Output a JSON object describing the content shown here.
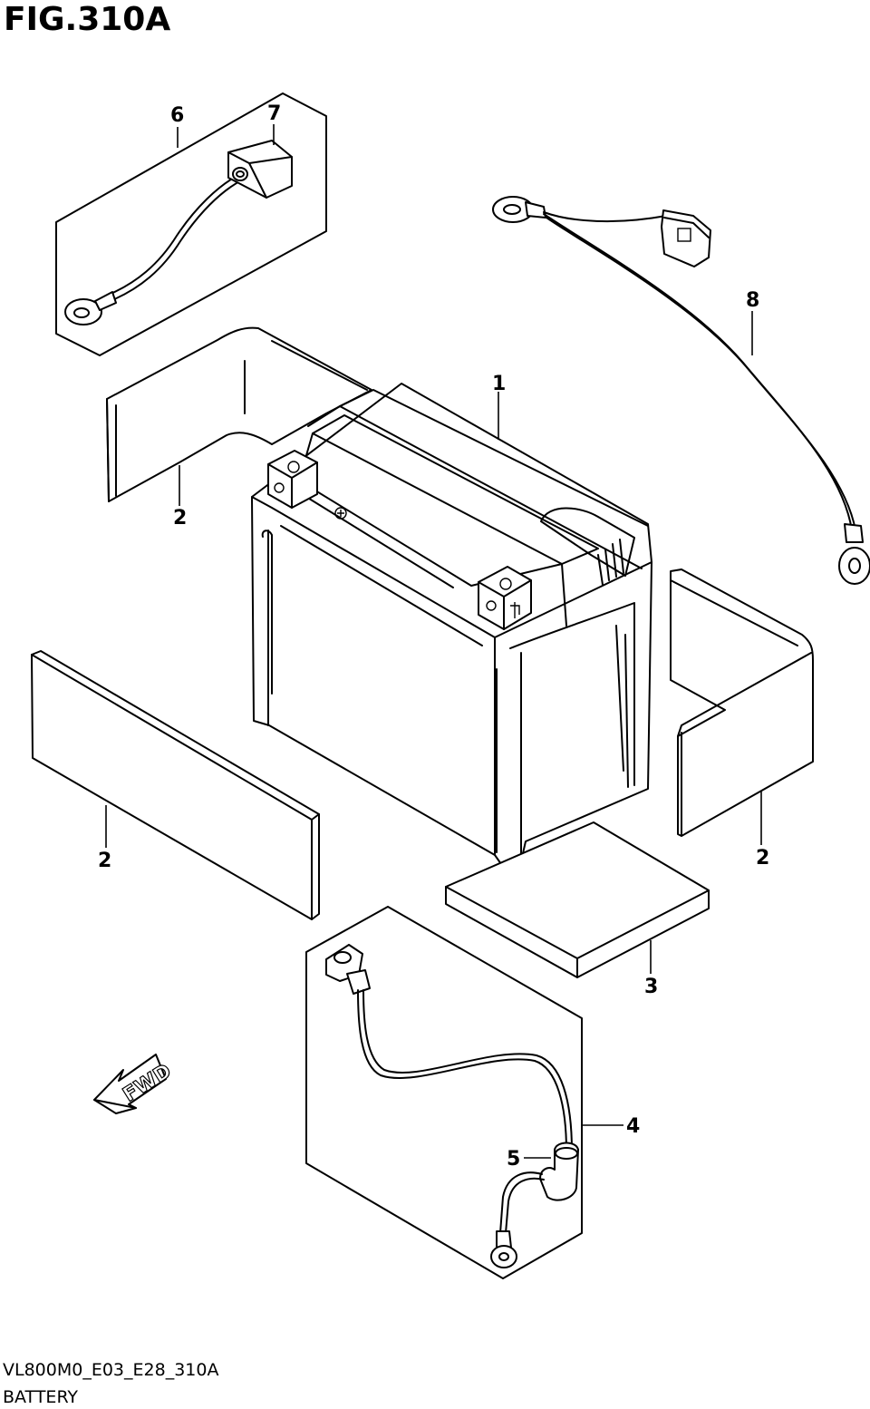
{
  "figure": {
    "title": "FIG.310A"
  },
  "callouts": [
    {
      "id": "1",
      "label": "1"
    },
    {
      "id": "2a",
      "label": "2"
    },
    {
      "id": "2b",
      "label": "2"
    },
    {
      "id": "2c",
      "label": "2"
    },
    {
      "id": "3",
      "label": "3"
    },
    {
      "id": "4",
      "label": "4"
    },
    {
      "id": "5",
      "label": "5"
    },
    {
      "id": "6",
      "label": "6"
    },
    {
      "id": "7",
      "label": "7"
    },
    {
      "id": "8",
      "label": "8"
    }
  ],
  "fwd_arrow": {
    "label": "FWD"
  },
  "footer": {
    "code": "VL800M0_E03_E28_310A",
    "name": "BATTERY"
  }
}
